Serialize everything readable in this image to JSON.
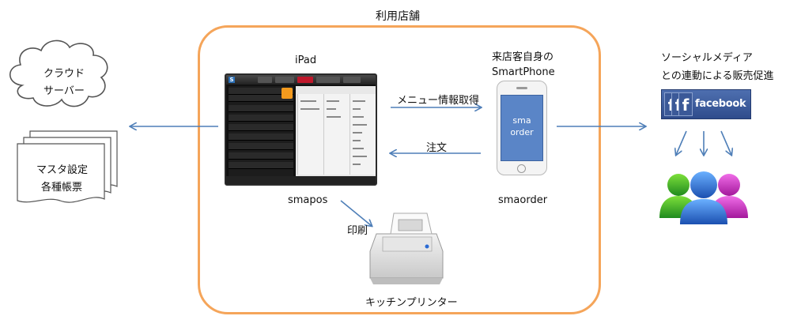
{
  "store": {
    "title": "利用店舗"
  },
  "cloud": {
    "line1": "クラウド",
    "line2": "サーバー"
  },
  "documents": {
    "line1": "マスタ設定",
    "line2": "各種帳票"
  },
  "ipad": {
    "label": "iPad",
    "caption": "smapos"
  },
  "customer": {
    "line1": "来店客自身の",
    "line2": "SmartPhone"
  },
  "iphone": {
    "screen_line1": "sma",
    "screen_line2": "order",
    "caption": "smaorder"
  },
  "arrows": {
    "menu_fetch": "メニュー情報取得",
    "order": "注文",
    "print": "印刷"
  },
  "printer": {
    "caption": "キッチンプリンター"
  },
  "social": {
    "line1": "ソーシャルメディア",
    "line2": "との連動による販売促進"
  },
  "facebook": {
    "word": "facebook"
  },
  "colors": {
    "store_border": "#f5a55a",
    "arrow": "#4f7fb8",
    "screen_blue": "#5a85c7",
    "facebook": "#3b5998"
  }
}
